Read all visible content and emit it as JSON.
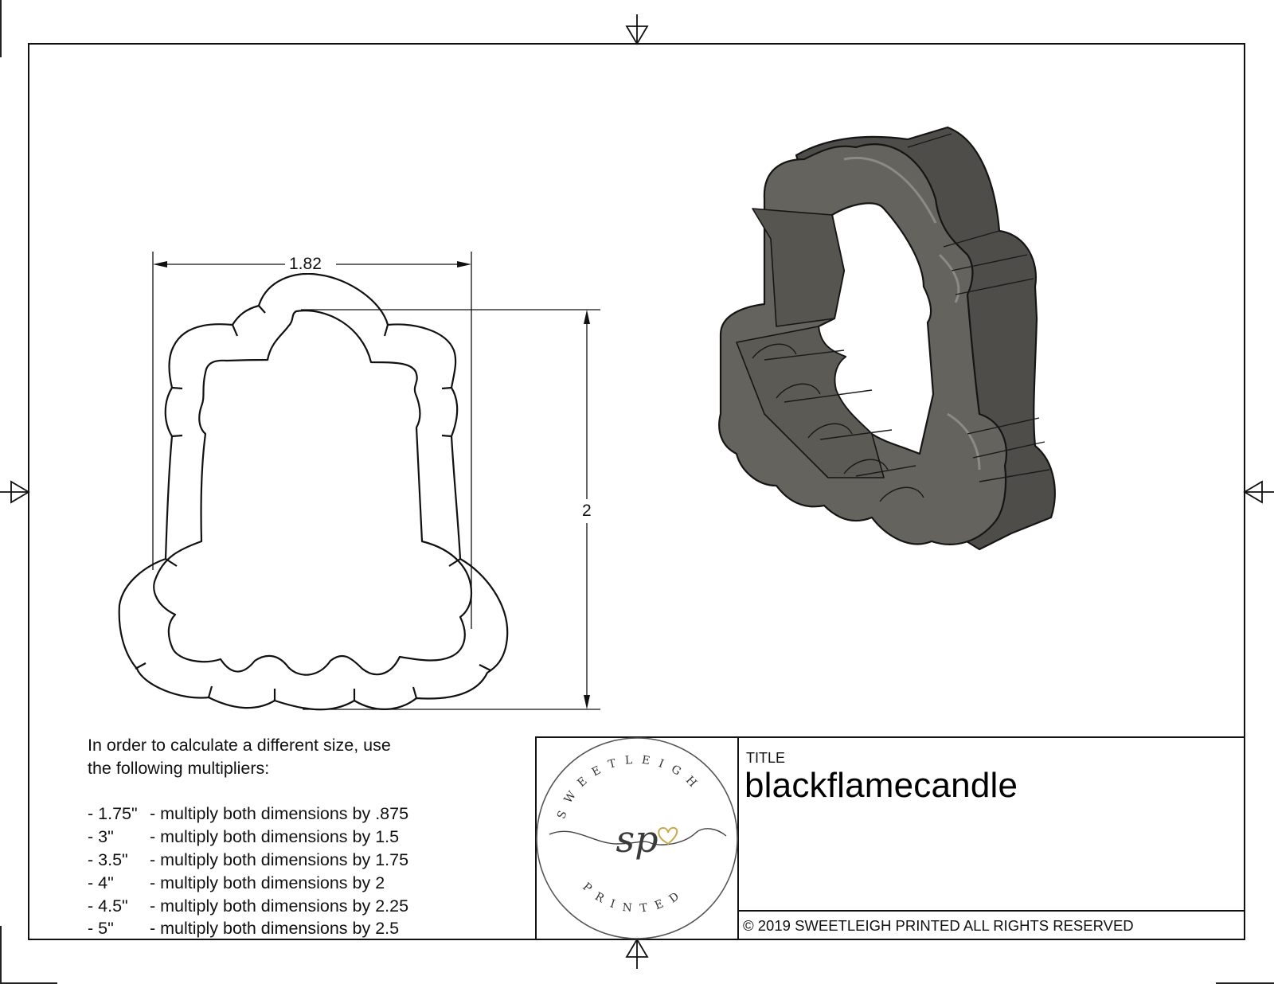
{
  "sheet": {
    "border_color": "#111111",
    "model_color": "#5d5b56"
  },
  "drawing": {
    "dimensions": {
      "width_value": "1.82",
      "height_value": "2"
    }
  },
  "instructions": {
    "line1": "In order to calculate a different size, use",
    "line2": "the following multipliers:",
    "multipliers": [
      {
        "size": "- 1.75\"",
        "text": "- multiply both dimensions by .875"
      },
      {
        "size": "- 3\"",
        "text": "- multiply both dimensions by 1.5"
      },
      {
        "size": "- 3.5\"",
        "text": "- multiply both dimensions by 1.75"
      },
      {
        "size": "- 4\"",
        "text": "- multiply both dimensions by 2"
      },
      {
        "size": "- 4.5\"",
        "text": "- multiply both dimensions by 2.25"
      },
      {
        "size": "- 5\"",
        "text": "- multiply both dimensions by 2.5"
      }
    ]
  },
  "title_block": {
    "logo": {
      "top_text": "SWEETLEIGH",
      "monogram": "sp",
      "bottom_text": "PRINTED",
      "heart_color": "#c9a94f"
    },
    "label": "TITLE",
    "title": "blackflamecandle",
    "copyright": "© 2019  SWEETLEIGH PRINTED  ALL RIGHTS RESERVED"
  }
}
